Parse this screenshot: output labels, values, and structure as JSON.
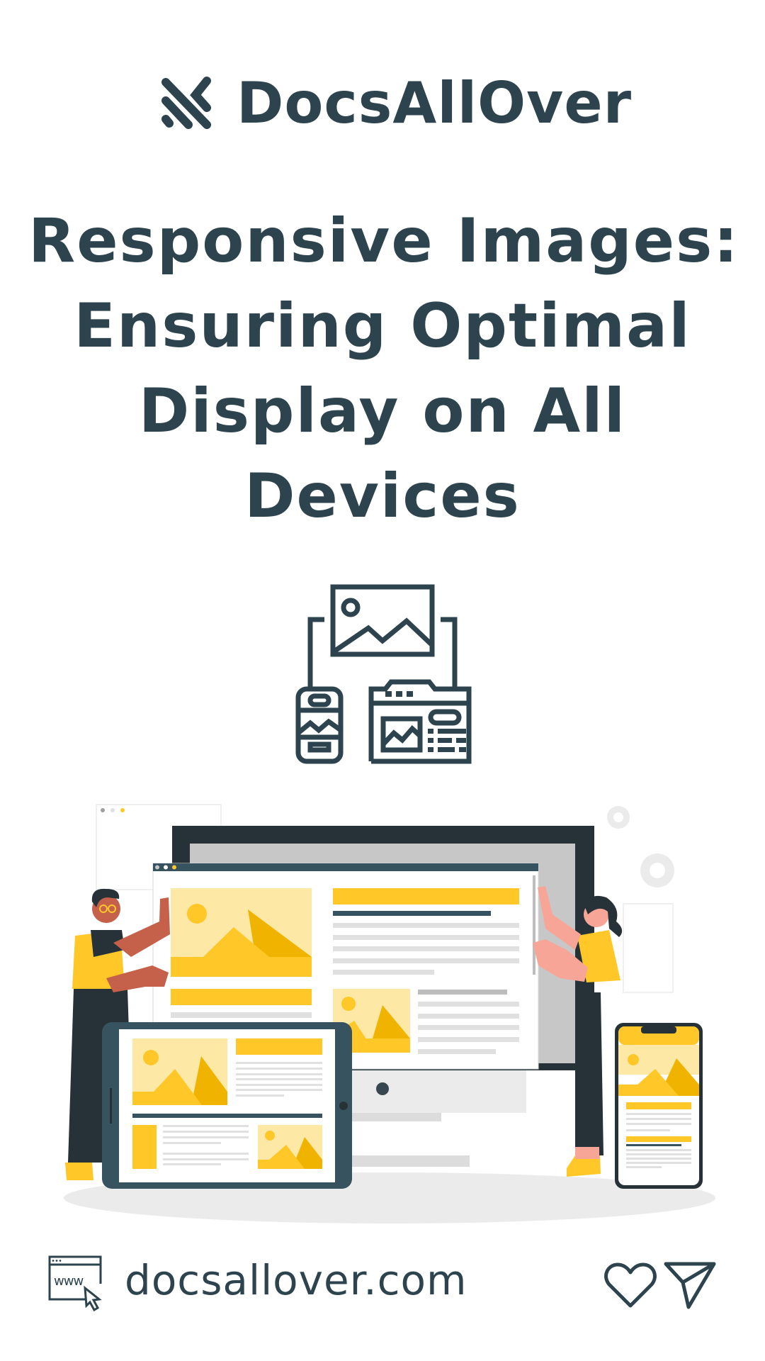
{
  "brand": {
    "name": "DocsAllOver",
    "logo_icon": "docsallover-slash-logo-icon"
  },
  "title": {
    "lines": [
      "Responsive Images:",
      "Ensuring Optimal",
      "Display on All",
      "Devices"
    ]
  },
  "hero_icon": "responsive-image-devices-icon",
  "illustration": {
    "description": "people-resizing-browser-on-monitor-tablet-phone-illustration",
    "colors": {
      "dark": "#263238",
      "slate": "#37535f",
      "yellow": "#ffc727",
      "yellow_light": "#fde8a6",
      "yellow_dark": "#f0b400",
      "grey_light": "#ebebeb",
      "grey": "#d9d9d9"
    }
  },
  "footer": {
    "website_icon": "www-cursor-icon",
    "url": "docsallover.com",
    "like_icon": "heart-icon",
    "share_icon": "send-icon"
  },
  "colors": {
    "text": "#2d434d",
    "background": "#ffffff"
  }
}
